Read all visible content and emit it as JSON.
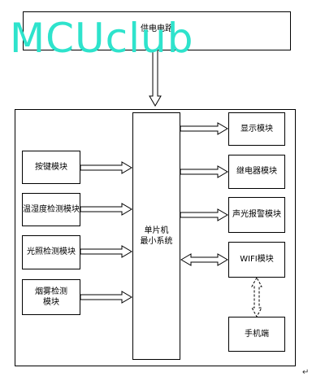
{
  "power": {
    "label": "供电电路"
  },
  "watermark": {
    "text": "MCUclub"
  },
  "mcu": {
    "line1": "单片机",
    "line2": "最小系统"
  },
  "inputs": [
    {
      "label": "按键模块"
    },
    {
      "label": "温湿度检测模块"
    },
    {
      "label": "光照检测模块"
    },
    {
      "label": "烟雾检测",
      "label2": "模块"
    }
  ],
  "outputs": [
    {
      "label": "显示模块"
    },
    {
      "label": "继电器模块"
    },
    {
      "label": "声光报警模块"
    },
    {
      "label": "WIFI模块"
    },
    {
      "label": "手机端"
    }
  ],
  "return_mark": "↵"
}
